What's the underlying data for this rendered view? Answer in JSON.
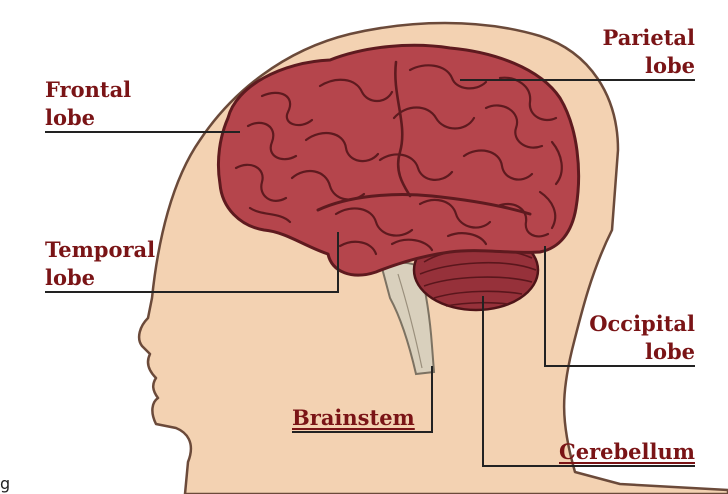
{
  "labels": {
    "frontal": {
      "line1": "Frontal",
      "line2": "lobe"
    },
    "parietal": {
      "line1": "Parietal",
      "line2": "lobe"
    },
    "temporal": {
      "line1": "Temporal",
      "line2": "lobe"
    },
    "occipital": {
      "line1": "Occipital",
      "line2": "lobe"
    },
    "brainstem": "Brainstem",
    "cerebellum": "Cerebellum"
  },
  "stray_text": "g",
  "colors": {
    "label_text": "#7a1416",
    "leader_line": "#222222",
    "skin": "#f3d2b2",
    "head_outline": "#6b4a3a",
    "cerebrum": "#b5454c",
    "cerebrum_outline": "#5e1a1f",
    "cerebellum": "#96313a",
    "brainstem": "#d9d0bd"
  }
}
